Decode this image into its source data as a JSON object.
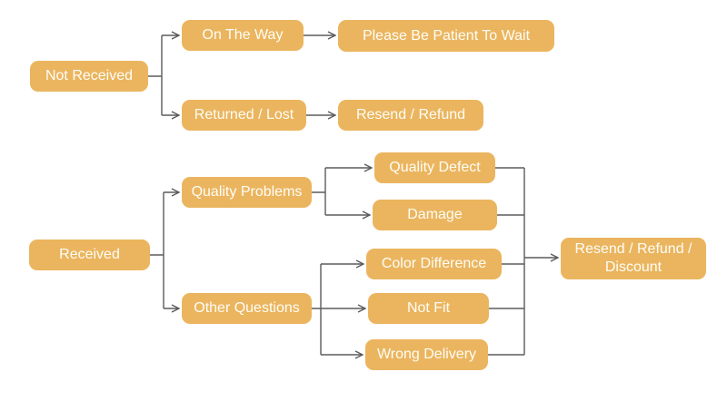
{
  "diagram": {
    "type": "flowchart",
    "background": "#ffffff",
    "colors": {
      "node_fill": "#EBB55F",
      "node_text": "#FDFDF6",
      "line_color": "#5B5B5B",
      "background": "#ffffff"
    },
    "nodes": {
      "not_received": {
        "label": "Not Received"
      },
      "on_the_way": {
        "label": "On The Way"
      },
      "please_wait": {
        "label": "Please Be Patient To Wait"
      },
      "returned_lost": {
        "label": "Returned / Lost"
      },
      "resend_refund": {
        "label": "Resend / Refund"
      },
      "received": {
        "label": "Received"
      },
      "quality_problems": {
        "label": "Quality Problems"
      },
      "other_questions": {
        "label": "Other Questions"
      },
      "quality_defect": {
        "label": "Quality Defect"
      },
      "damage": {
        "label": "Damage"
      },
      "color_difference": {
        "label": "Color Difference"
      },
      "not_fit": {
        "label": "Not Fit"
      },
      "wrong_delivery": {
        "label": "Wrong Delivery"
      },
      "resend_discount": {
        "label": "Resend / Refund / Discount"
      }
    },
    "edges": [
      {
        "from": "Not Received",
        "to": "On The Way"
      },
      {
        "from": "Not Received",
        "to": "Returned / Lost"
      },
      {
        "from": "On The Way",
        "to": "Please Be Patient To Wait"
      },
      {
        "from": "Returned / Lost",
        "to": "Resend / Refund"
      },
      {
        "from": "Received",
        "to": "Quality Problems"
      },
      {
        "from": "Received",
        "to": "Other Questions"
      },
      {
        "from": "Quality Problems",
        "to": "Quality Defect"
      },
      {
        "from": "Quality Problems",
        "to": "Damage"
      },
      {
        "from": "Other Questions",
        "to": "Color Difference"
      },
      {
        "from": "Other Questions",
        "to": "Not Fit"
      },
      {
        "from": "Other Questions",
        "to": "Wrong Delivery"
      },
      {
        "from": "Quality Defect",
        "to": "Resend / Refund / Discount"
      },
      {
        "from": "Damage",
        "to": "Resend / Refund / Discount"
      },
      {
        "from": "Color Difference",
        "to": "Resend / Refund / Discount"
      },
      {
        "from": "Not Fit",
        "to": "Resend / Refund / Discount"
      },
      {
        "from": "Wrong Delivery",
        "to": "Resend / Refund / Discount"
      }
    ]
  }
}
